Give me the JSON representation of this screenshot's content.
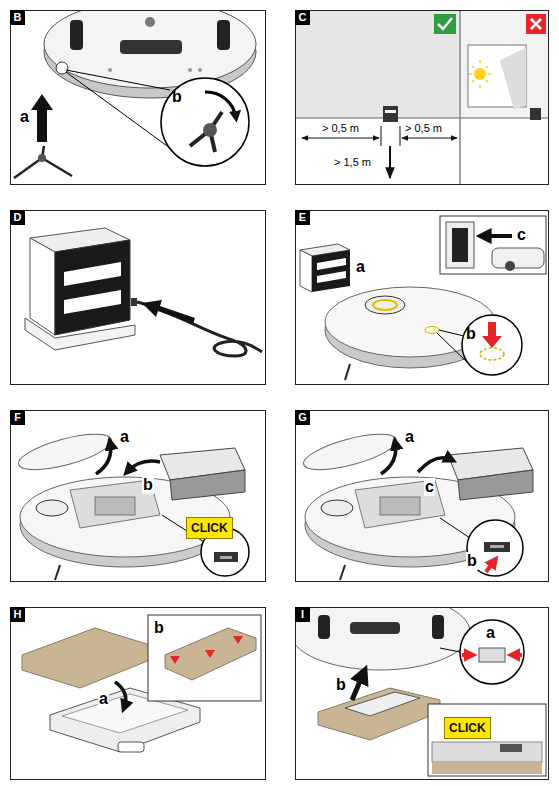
{
  "diagram": {
    "nodes": [
      {
        "text": [
          "B"
        ]
      },
      {
        "text": [
          "C"
        ]
      },
      {
        "text": [
          "D"
        ]
      },
      {
        "text": [
          "E"
        ]
      },
      {
        "text": [
          "F"
        ]
      },
      {
        "text": [
          "CLICK"
        ],
        "in": 4
      },
      {
        "text": [
          "G"
        ]
      },
      {
        "text": [
          "H"
        ]
      },
      {
        "text": [
          "I"
        ]
      },
      {
        "text": [
          "CLICK"
        ],
        "in": 8
      }
    ],
    "labels": [
      "a",
      "b",
      "> 0,5 m",
      "> 0,5 m",
      "> 1,5 m",
      "a",
      "b",
      "c",
      "a",
      "b",
      "a",
      "b",
      "c",
      "a",
      "b",
      "a",
      "b"
    ]
  }
}
